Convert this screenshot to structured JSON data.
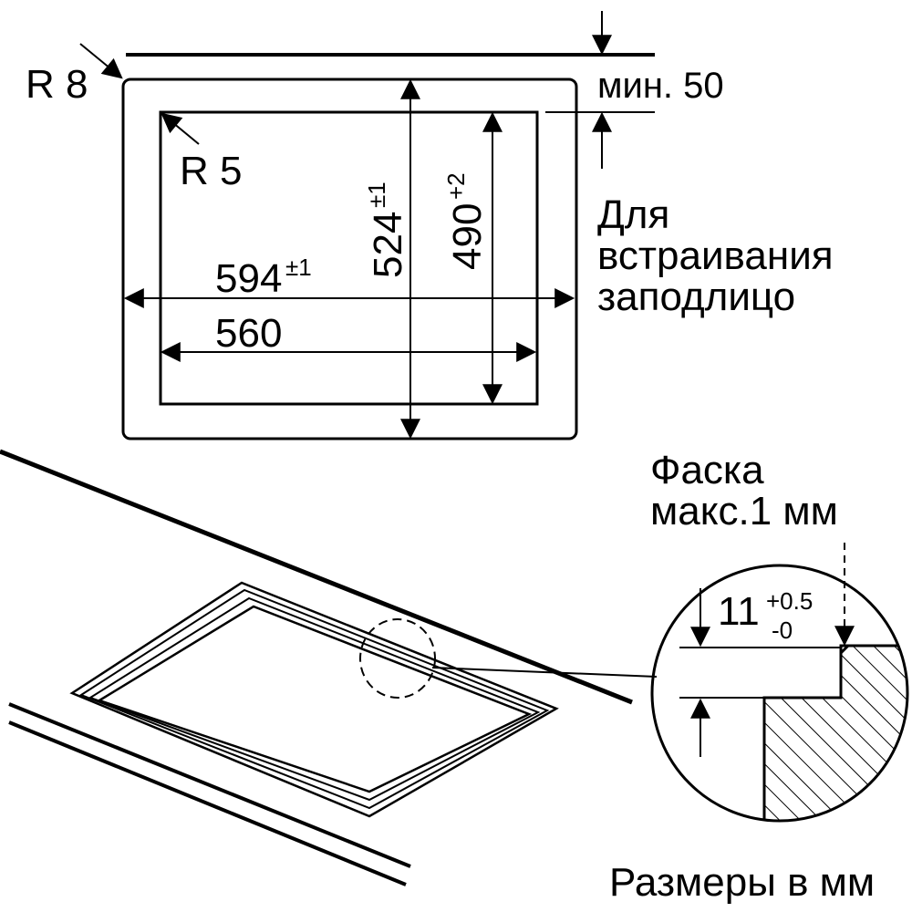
{
  "labels": {
    "r8": "R 8",
    "r5": "R 5",
    "min50": "мин. 50",
    "flush_line1": "Для",
    "flush_line2": "встраивания",
    "flush_line3": "заподлицо",
    "w594": "594",
    "w594_tol": "±1",
    "w560": "560",
    "h524": "524",
    "h524_tol": "±1",
    "h490": "490",
    "h490_tol": "+2",
    "chamfer_line1": "Фаска",
    "chamfer_line2": "макс.1 мм",
    "depth": "11",
    "depth_tol_plus": "+0.5",
    "depth_tol_minus": "-0",
    "units": "Размеры в мм"
  }
}
